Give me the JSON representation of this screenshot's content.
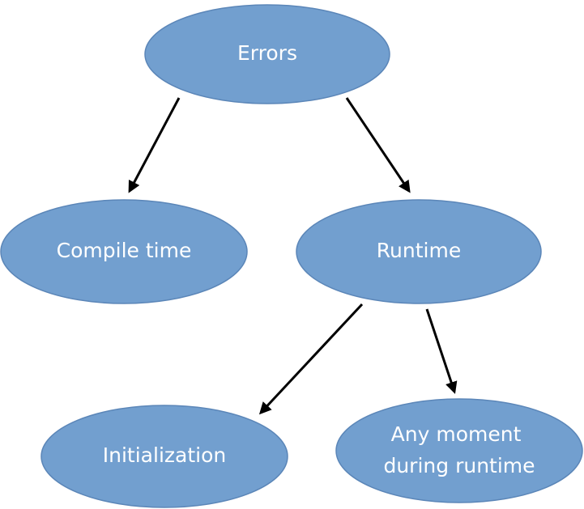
{
  "diagram": {
    "nodes": [
      {
        "id": "errors",
        "label_lines": [
          "Errors"
        ]
      },
      {
        "id": "compile-time",
        "label_lines": [
          "Compile time"
        ]
      },
      {
        "id": "runtime",
        "label_lines": [
          "Runtime"
        ]
      },
      {
        "id": "initialization",
        "label_lines": [
          "Initialization"
        ]
      },
      {
        "id": "any-moment",
        "label_lines": [
          "Any moment",
          "during runtime"
        ]
      }
    ],
    "edges": [
      {
        "from": "errors",
        "to": "compile-time"
      },
      {
        "from": "errors",
        "to": "runtime"
      },
      {
        "from": "runtime",
        "to": "initialization"
      },
      {
        "from": "runtime",
        "to": "any-moment"
      }
    ],
    "colors": {
      "node_fill": "#729fcf",
      "node_text": "#ffffff",
      "edge": "#000000"
    }
  }
}
